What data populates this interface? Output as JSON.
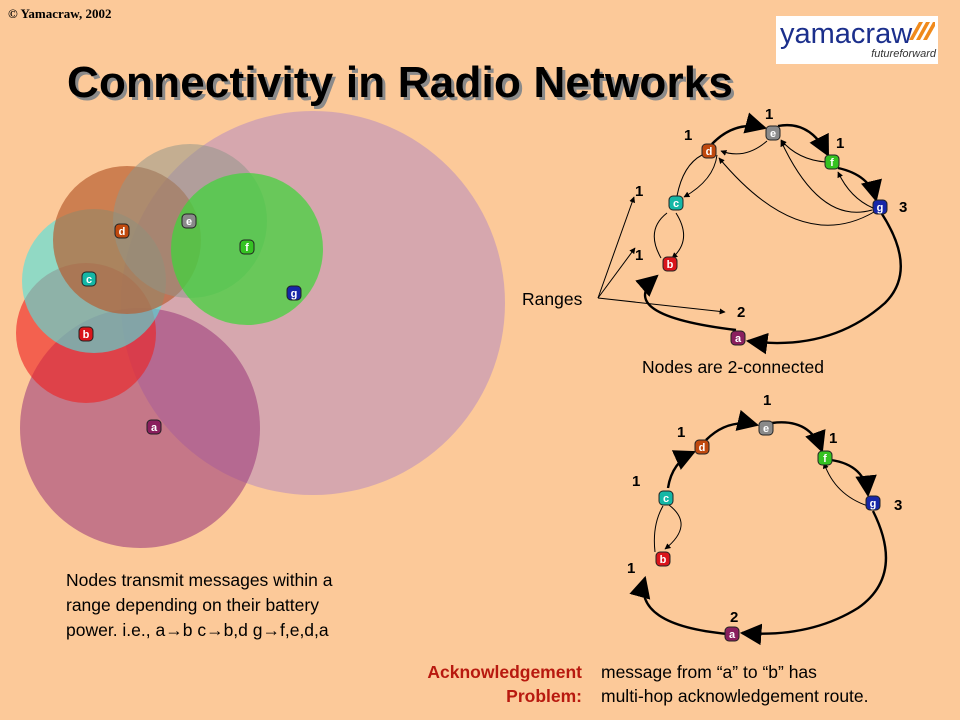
{
  "copyright": "© Yamacraw, 2002",
  "title": "Connectivity in Radio Networks",
  "logo": {
    "word": "yamacraw",
    "tagline": "futureforward"
  },
  "colors": {
    "background": "#fcc999",
    "ack_title": "#b8190f"
  },
  "nodes": {
    "a": {
      "label": "a",
      "color": "#8a1f5e"
    },
    "b": {
      "label": "b",
      "color": "#d9151b"
    },
    "c": {
      "label": "c",
      "color": "#15b7a6"
    },
    "d": {
      "label": "d",
      "color": "#c0490e"
    },
    "e": {
      "label": "e",
      "color": "#8a8a8a"
    },
    "f": {
      "label": "f",
      "color": "#35c222"
    },
    "g": {
      "label": "g",
      "color": "#1727a8"
    }
  },
  "top_diagram": {
    "range_labels": [
      "1",
      "1",
      "1",
      "1",
      "3",
      "1",
      "2"
    ],
    "ranges_label": "Ranges",
    "caption": "Nodes are 2-connected"
  },
  "bottom_diagram": {
    "range_labels": [
      "1",
      "1",
      "1",
      "1",
      "3",
      "1",
      "2"
    ]
  },
  "description": [
    "Nodes transmit messages within a",
    "range depending on their battery",
    "power. i.e., a→b  c→b,d  g→f,e,d,a"
  ],
  "acknowledgement": {
    "title_lines": [
      "Acknowledgement",
      "Problem:"
    ],
    "text_lines": [
      "message from “a” to “b” has",
      "multi-hop  acknowledgement route."
    ]
  }
}
